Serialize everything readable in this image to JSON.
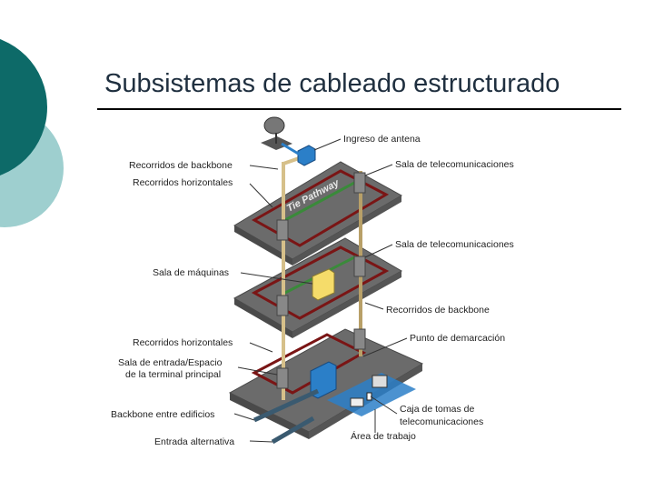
{
  "slide": {
    "title": "Subsistemas de cableado estructurado"
  },
  "diagram": {
    "tie_pathway": "Tie Pathway",
    "labels": {
      "antenna_entry": "Ingreso de antena",
      "backbone_runs_top": "Recorridos de backbone",
      "horizontal_runs_top": "Recorridos horizontales",
      "telecom_room_1": "Sala de telecomunicaciones",
      "telecom_room_2": "Sala de telecomunicaciones",
      "machine_room": "Sala de máquinas",
      "backbone_runs_right": "Recorridos de backbone",
      "horizontal_runs_low": "Recorridos horizontales",
      "demarcation_point": "Punto de demarcación",
      "entrance_room_1": "Sala de entrada/Espacio",
      "entrance_room_2": "de la terminal principal",
      "building_backbone": "Backbone entre edificios",
      "outlet_box_1": "Caja de tomas de",
      "outlet_box_2": "telecomunicaciones",
      "work_area": "Área de trabajo",
      "alternate_entry": "Entrada alternativa"
    }
  },
  "colors": {
    "deco_dark": "#0d6a68",
    "deco_light": "#9ecfcf",
    "floor": "#6b6b6b",
    "floor_edge": "#4a4a4a",
    "cable_red": "#7a1515",
    "backbone_tan": "#d6c08a",
    "blue_box": "#2b7fc8",
    "yellow_box": "#f5dc6a"
  }
}
